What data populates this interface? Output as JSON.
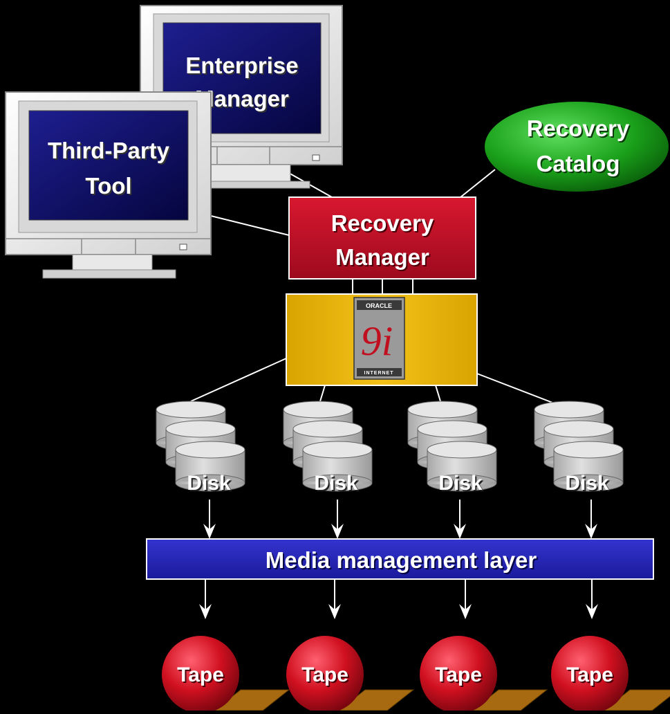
{
  "monitors": {
    "enterprise_manager": {
      "line1": "Enterprise",
      "line2": "Manager"
    },
    "third_party_tool": {
      "line1": "Third-Party",
      "line2": "Tool"
    }
  },
  "recovery_catalog": {
    "line1": "Recovery",
    "line2": "Catalog"
  },
  "recovery_manager": {
    "line1": "Recovery",
    "line2": "Manager"
  },
  "oracle_logo": {
    "brand": "ORACLE",
    "version": "9i",
    "tagline": "INTERNET"
  },
  "disks": [
    {
      "label": "Disk"
    },
    {
      "label": "Disk"
    },
    {
      "label": "Disk"
    },
    {
      "label": "Disk"
    }
  ],
  "media_layer": {
    "label": "Media management layer"
  },
  "tapes": [
    {
      "label": "Tape"
    },
    {
      "label": "Tape"
    },
    {
      "label": "Tape"
    },
    {
      "label": "Tape"
    }
  ],
  "colors": {
    "background": "#000000",
    "screen": "#0a0a6e",
    "catalog": "#1aa01a",
    "rman": "#c8102e",
    "oracle_box": "#e0b000",
    "media_layer": "#2323b8",
    "tape": "#d01020",
    "tape_base": "#a86a10",
    "disk": "#c8c8c8"
  },
  "icons": [
    "monitor-icon",
    "database-disk-icon",
    "tape-reel-icon",
    "arrow-down-icon",
    "oracle-9i-logo"
  ]
}
